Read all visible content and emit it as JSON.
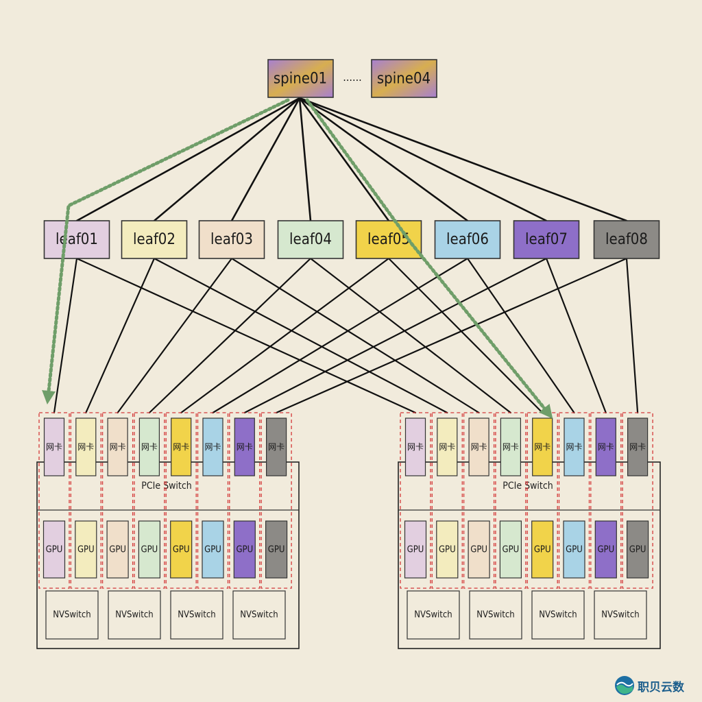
{
  "spines": {
    "first": "spine01",
    "ellipsis": "······",
    "last": "spine04"
  },
  "leaves": [
    {
      "label": "leaf01",
      "color": "#e2cfe0"
    },
    {
      "label": "leaf02",
      "color": "#f3ecbe"
    },
    {
      "label": "leaf03",
      "color": "#f0dfca"
    },
    {
      "label": "leaf04",
      "color": "#d6e8cf"
    },
    {
      "label": "leaf05",
      "color": "#f1d34a"
    },
    {
      "label": "leaf06",
      "color": "#a9d3e6"
    },
    {
      "label": "leaf07",
      "color": "#8e6fc8"
    },
    {
      "label": "leaf08",
      "color": "#8c8a86"
    }
  ],
  "spine_colors": {
    "purple": "#a77fd0",
    "gold": "#d7ae50"
  },
  "servers": [
    {
      "nic_label": "网卡",
      "pcie_label": "PCIe Switch",
      "gpu_label": "GPU",
      "nvswitch_labels": [
        "NVSwitch",
        "NVSwitch",
        "NVSwitch",
        "NVSwitch"
      ]
    },
    {
      "nic_label": "网卡",
      "pcie_label": "PCIe Switch",
      "gpu_label": "GPU",
      "nvswitch_labels": [
        "NVSwitch",
        "NVSwitch",
        "NVSwitch",
        "NVSwitch"
      ]
    }
  ],
  "styles": {
    "line_color": "#111111",
    "path_color": "#6f9e69",
    "group_border": "#d43838"
  },
  "watermark": {
    "text": "职贝云数",
    "icon": "wave-logo-icon"
  }
}
